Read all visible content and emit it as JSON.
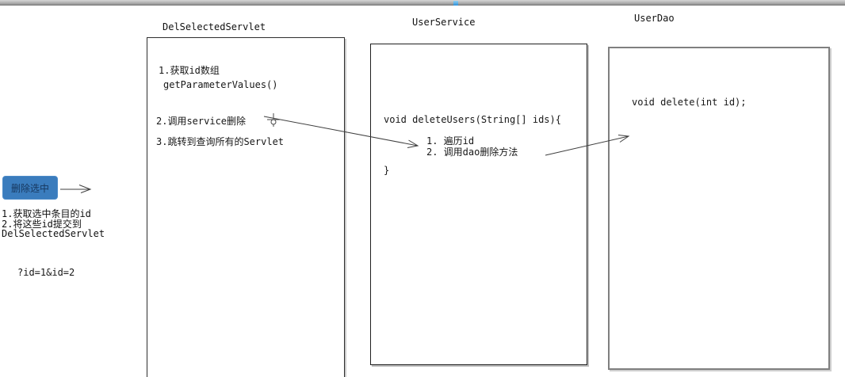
{
  "window": {
    "top_bar": {
      "handle_color": "#2f8fd6"
    }
  },
  "canvas": {
    "servlet_box": {
      "title": "DelSelectedServlet",
      "line1": "1.获取id数组",
      "line2": "getParameterValues()",
      "line3": "2.调用service删除",
      "line4": "3.跳转到查询所有的Servlet"
    },
    "service_box": {
      "title": "UserService",
      "signature": "void deleteUsers(String[] ids){",
      "step1": "1. 遍历id",
      "step2": "2. 调用dao删除方法",
      "closing": "}"
    },
    "dao_box": {
      "title": "UserDao",
      "signature": "void delete(int id);"
    },
    "delete_button": {
      "label": "删除选中",
      "bg_color": "#3a7cbd",
      "text_color": "#17375e"
    },
    "notes": {
      "step1": "1.获取选中条目的id",
      "step2": "2.将这些id提交到",
      "step3": "DelSelectedServlet",
      "query_string": "?id=1&id=2"
    },
    "arrow_color": "#3f3f3f"
  }
}
